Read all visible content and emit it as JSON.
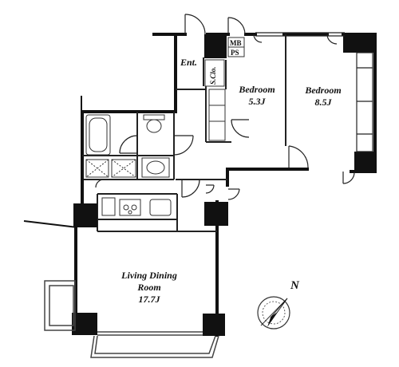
{
  "rooms": {
    "entrance": "Ent.",
    "shoe_closet": "S.Clo.",
    "meter_box": "MB",
    "pipe_space": "PS",
    "bedroom_small": {
      "name": "Bedroom",
      "size": "5.3J"
    },
    "bedroom_large": {
      "name": "Bedroom",
      "size": "8.5J"
    },
    "living": {
      "line1": "Living Dining",
      "line2": "Room",
      "size": "17.7J"
    }
  },
  "compass": {
    "north_label": "N"
  },
  "colors": {
    "wall": "#111111",
    "line": "#222222",
    "glass": "#888888"
  }
}
